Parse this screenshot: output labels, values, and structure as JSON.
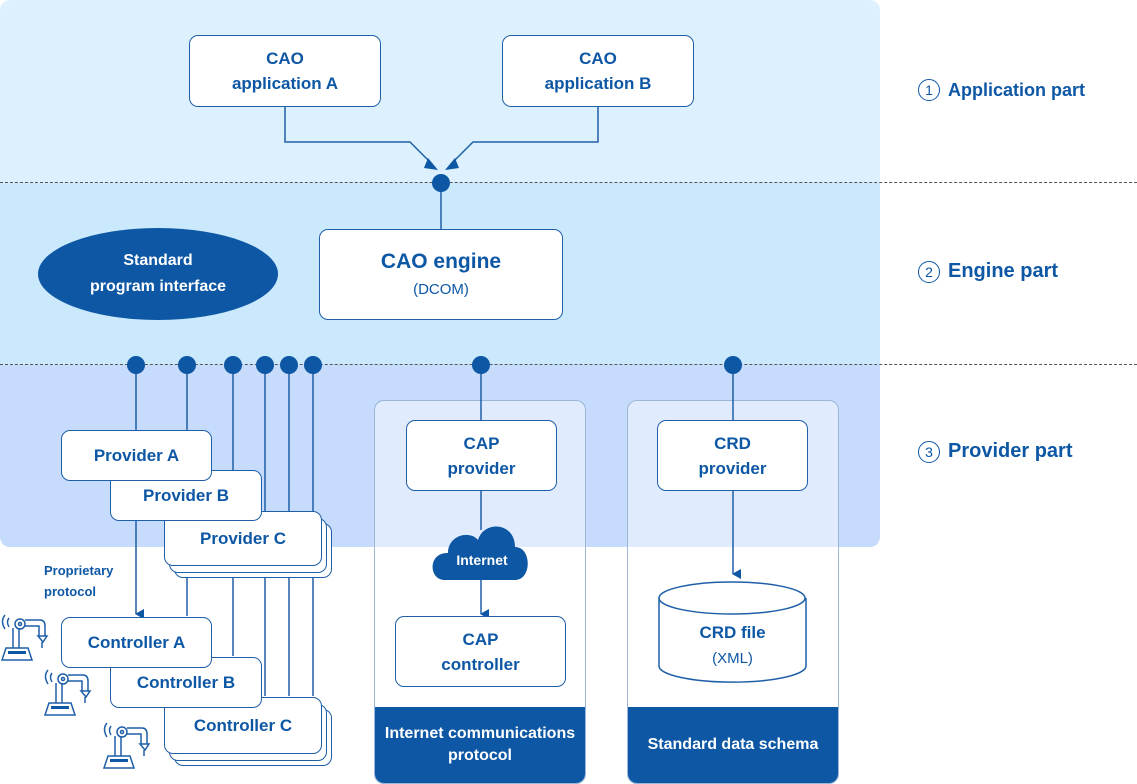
{
  "layers": [
    {
      "number": "1",
      "label": "Application part"
    },
    {
      "number": "2",
      "label": "Engine part"
    },
    {
      "number": "3",
      "label": "Provider part"
    }
  ],
  "applications": [
    {
      "line1": "CAO",
      "line2": "application A"
    },
    {
      "line1": "CAO",
      "line2": "application B"
    }
  ],
  "engine": {
    "title": "CAO engine",
    "subtitle": "(DCOM)"
  },
  "interface_badge": {
    "line1": "Standard",
    "line2": "program interface"
  },
  "providers": [
    "Provider A",
    "Provider B",
    "Provider C"
  ],
  "controllers": [
    "Controller A",
    "Controller B",
    "Controller C"
  ],
  "proprietary_note": {
    "line1": "Proprietary",
    "line2": "protocol"
  },
  "cap_panel": {
    "provider": {
      "line1": "CAP",
      "line2": "provider"
    },
    "cloud": "Internet",
    "controller": {
      "line1": "CAP",
      "line2": "controller"
    },
    "footer": {
      "line1": "Internet communications",
      "line2": "protocol"
    }
  },
  "crd_panel": {
    "provider": {
      "line1": "CRD",
      "line2": "provider"
    },
    "file": {
      "line1": "CRD file",
      "line2": "(XML)"
    },
    "footer": "Standard data schema"
  },
  "colors": {
    "primary": "#0d57a5",
    "app_band": "#dcf1fd",
    "engine_band": "#cbe9fd",
    "provider_band": "#c7dcfc"
  }
}
